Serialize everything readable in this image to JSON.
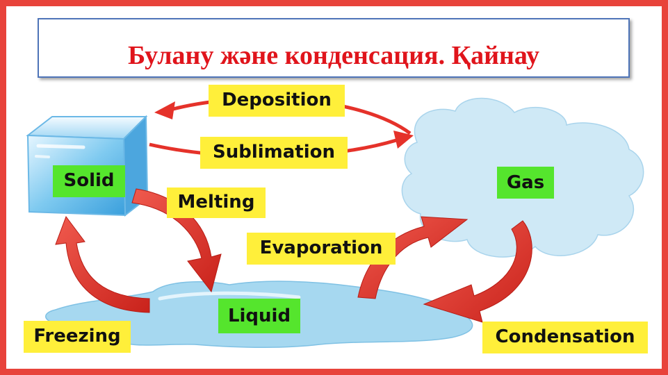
{
  "title": "Булану және конденсация. Қайнау",
  "states": {
    "solid": "Solid",
    "gas": "Gas",
    "liquid": "Liquid"
  },
  "processes": {
    "deposition": "Deposition",
    "sublimation": "Sublimation",
    "melting": "Melting",
    "evaporation": "Evaporation",
    "freezing": "Freezing",
    "condensation": "Condensation"
  },
  "colors": {
    "frame": "#e8433b",
    "title": "#e0141b",
    "title_border": "#4e74b8",
    "arrow": "#e5322a",
    "process_label_bg": "#ffef3a",
    "state_label_bg": "#55e52d",
    "water": "#9fd3ee",
    "cloud": "#cde9f5"
  }
}
